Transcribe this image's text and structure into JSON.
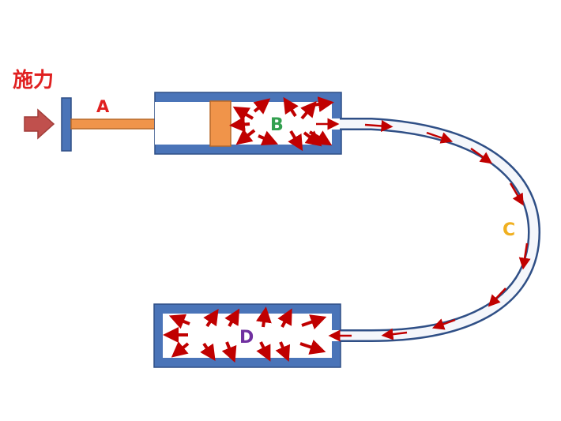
{
  "labels": {
    "force": "施力",
    "a": "A",
    "b": "B",
    "c": "C",
    "d": "D"
  },
  "colors": {
    "wall": "#4a74b8",
    "wall_stroke": "#2f4f86",
    "piston": "#f0944a",
    "piston_stroke": "#b86a2a",
    "arrow": "#c00000",
    "push_arrow": "#c0504d",
    "label_force": "#e02020",
    "label_a": "#e02020",
    "label_b": "#33a050",
    "label_c": "#f0b020",
    "label_d": "#7030a0"
  },
  "icons": [
    "push-arrow-icon",
    "pressure-arrow-icon",
    "flow-arrow-icon"
  ]
}
